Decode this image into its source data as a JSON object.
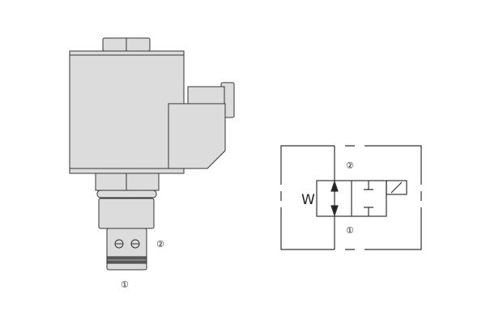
{
  "valve_drawing": {
    "port_2_label": "②",
    "port_1_label": "①"
  },
  "hydraulic_symbol": {
    "port_2_label": "②",
    "port_1_label": "①",
    "spring_label": "W"
  },
  "colors": {
    "body_fill": "#dcdcdc",
    "outline": "#333333"
  }
}
